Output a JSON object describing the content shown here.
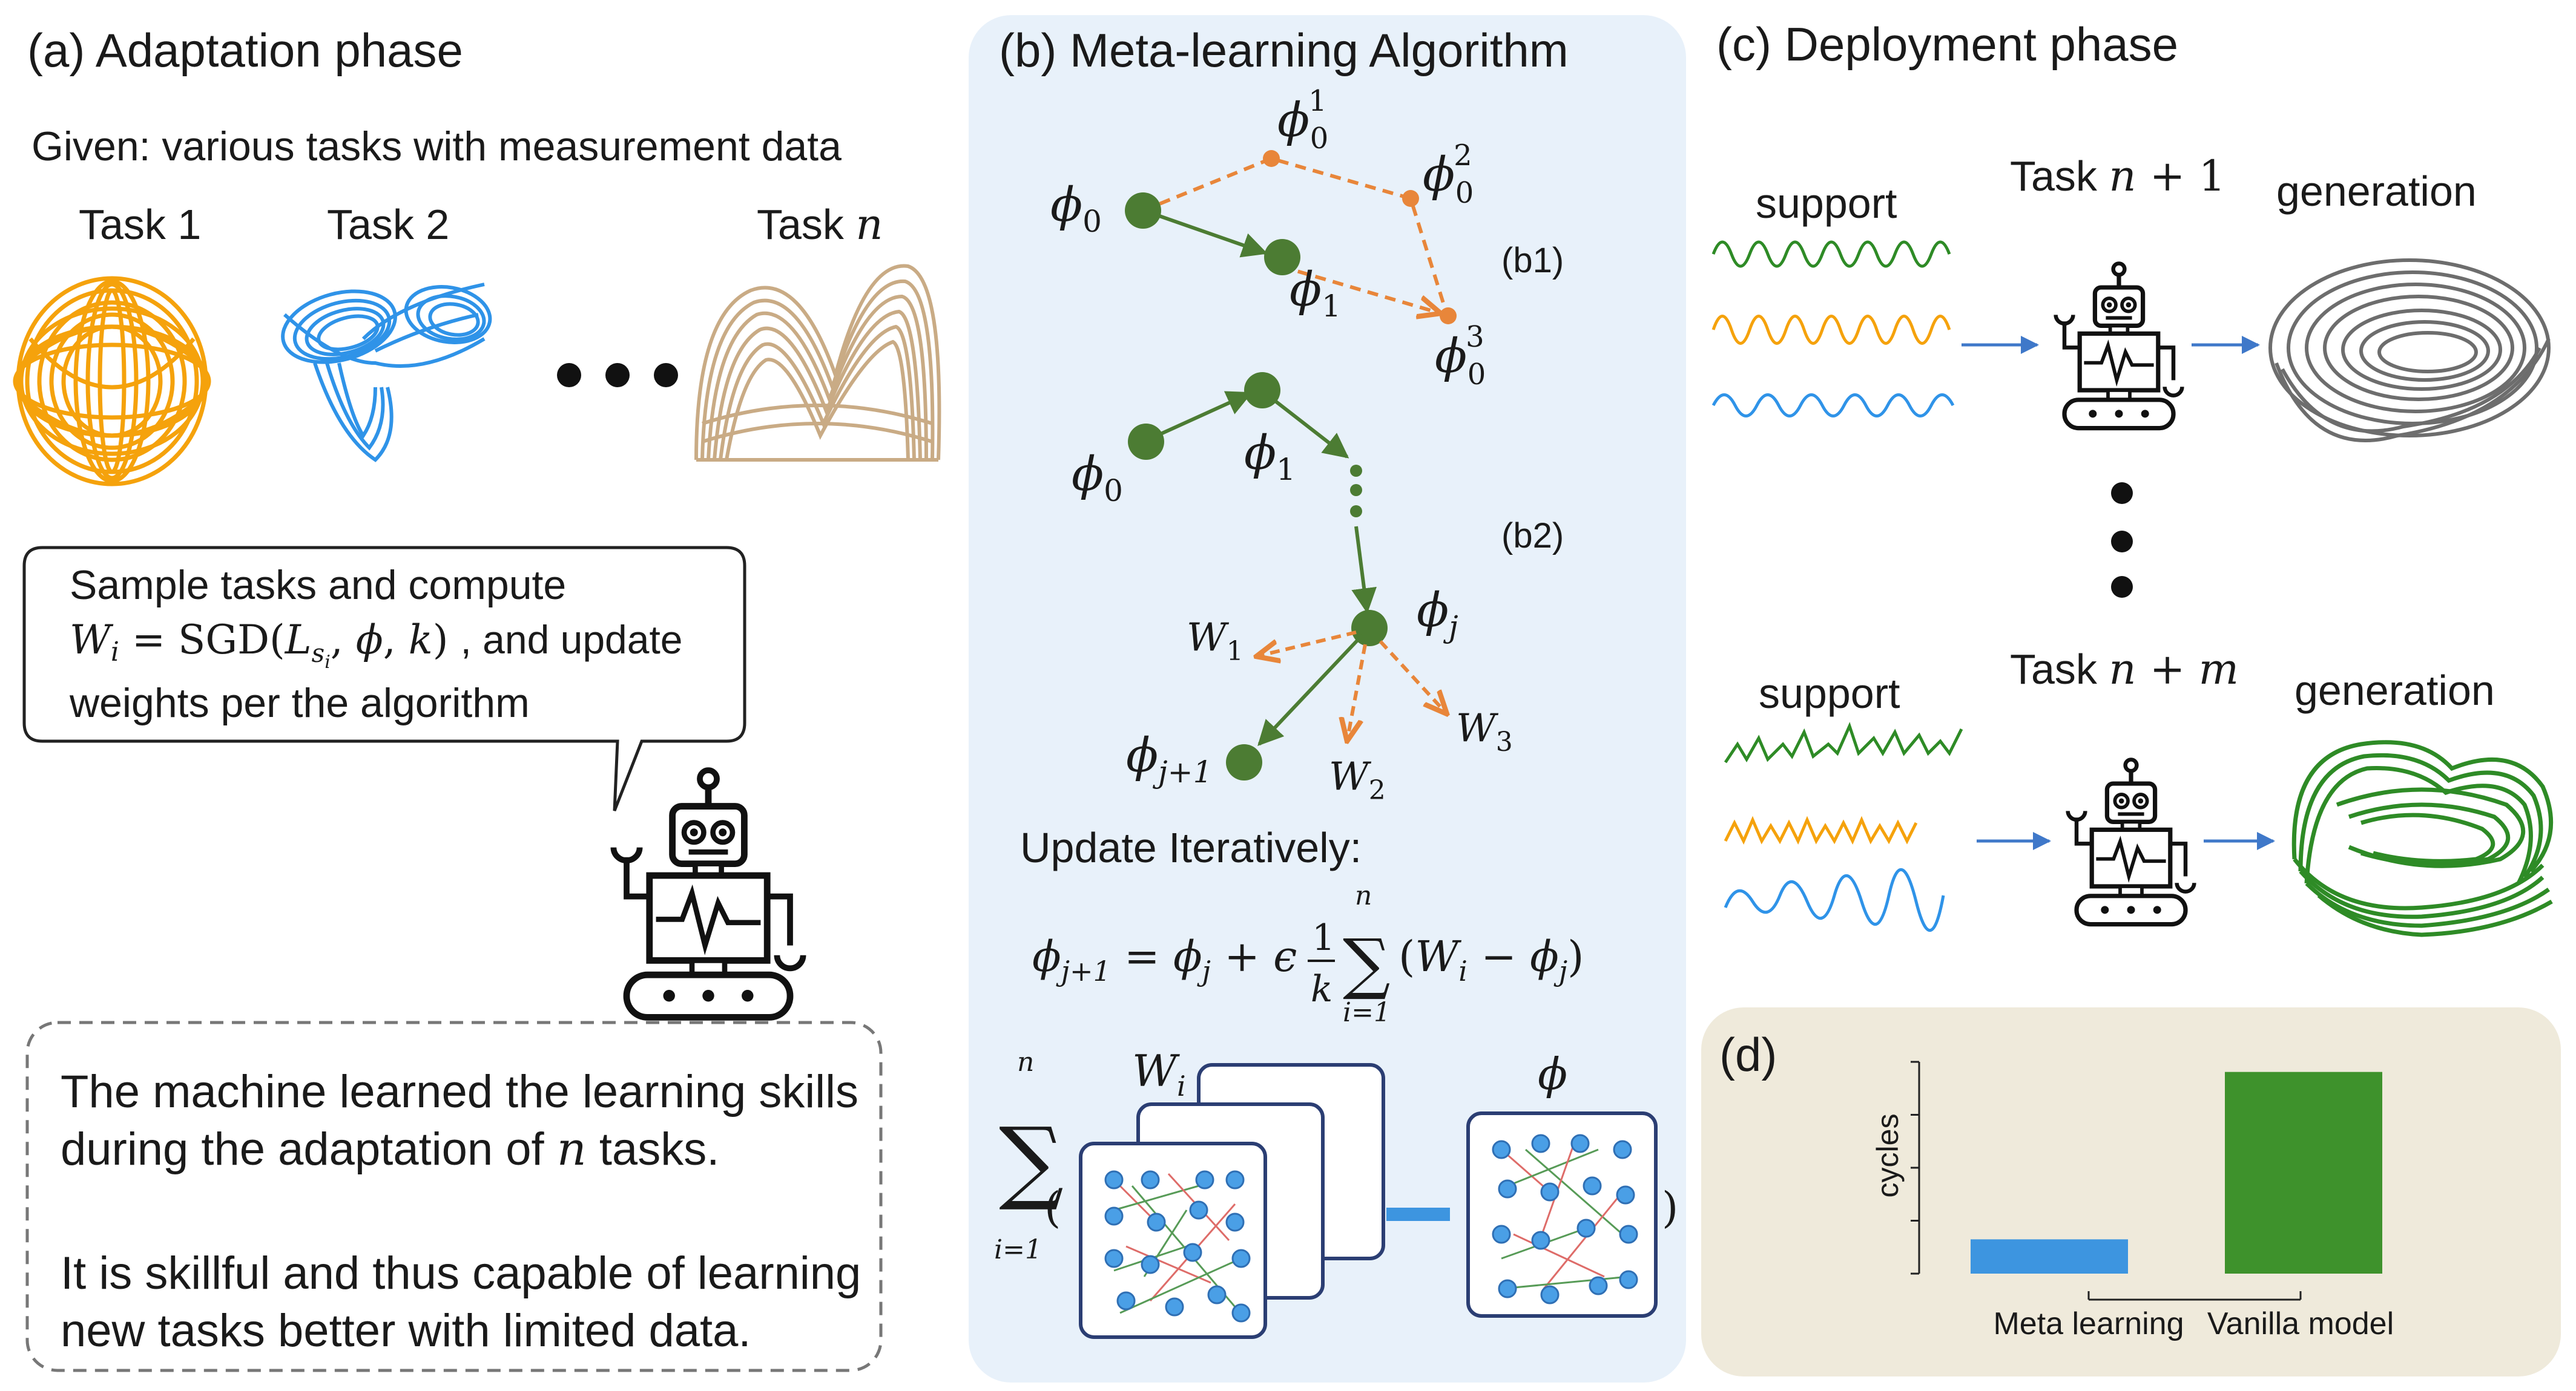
{
  "panel_a": {
    "title": "(a) Adaptation phase",
    "given": "Given: various tasks with measurement data",
    "tasks": [
      "Task 1",
      "Task 2",
      "Task n"
    ],
    "speech": [
      "Sample tasks and compute",
      "W_i = SGD(L_si, φ, k) , and update",
      "weights per the algorithm"
    ],
    "speech_formula_tail": ", and update",
    "summary_1": [
      "The machine learned the learning skills",
      "during the adaptation of n tasks."
    ],
    "summary_2": [
      "It is skillful and thus capable of learning",
      "new tasks better with limited data."
    ],
    "colors": {
      "task1": "#f5a20c",
      "task2": "#2f93e8",
      "taskn": "#c9ab85"
    }
  },
  "panel_b": {
    "title": "(b) Meta-learning Algorithm",
    "b1_label": "(b1)",
    "b2_label": "(b2)",
    "update_text": "Update Iteratively:",
    "nodes": {
      "phi0": "ϕ",
      "phi1": "ϕ",
      "phij": "ϕ",
      "phij1": "ϕ"
    },
    "network_labels": {
      "wi": "W",
      "phi": "ϕ"
    },
    "colors": {
      "background": "#e8f1fa",
      "node": "#4c7c33",
      "dashed": "#e8863a"
    }
  },
  "panel_c": {
    "title": "(c) Deployment phase",
    "rows": [
      {
        "support": "support",
        "task": "Task n + 1",
        "generation": "generation"
      },
      {
        "support": "support",
        "task": "Task n + m",
        "generation": "generation"
      }
    ],
    "colors": {
      "green": "#2e8b26",
      "orange": "#f5a20c",
      "blue": "#2f93e8",
      "gray": "#6d6d6d"
    }
  },
  "panel_d": {
    "label": "(d)",
    "colors": {
      "background": "#efeadb",
      "meta": "#3d95e0",
      "vanilla": "#3e922c"
    }
  },
  "chart_data": {
    "type": "bar",
    "categories": [
      "Meta learning",
      "Vanilla model"
    ],
    "values": [
      0.17,
      1.0
    ],
    "ylabel": "cycles",
    "xlabel": "",
    "ylim": [
      0,
      1.05
    ]
  }
}
